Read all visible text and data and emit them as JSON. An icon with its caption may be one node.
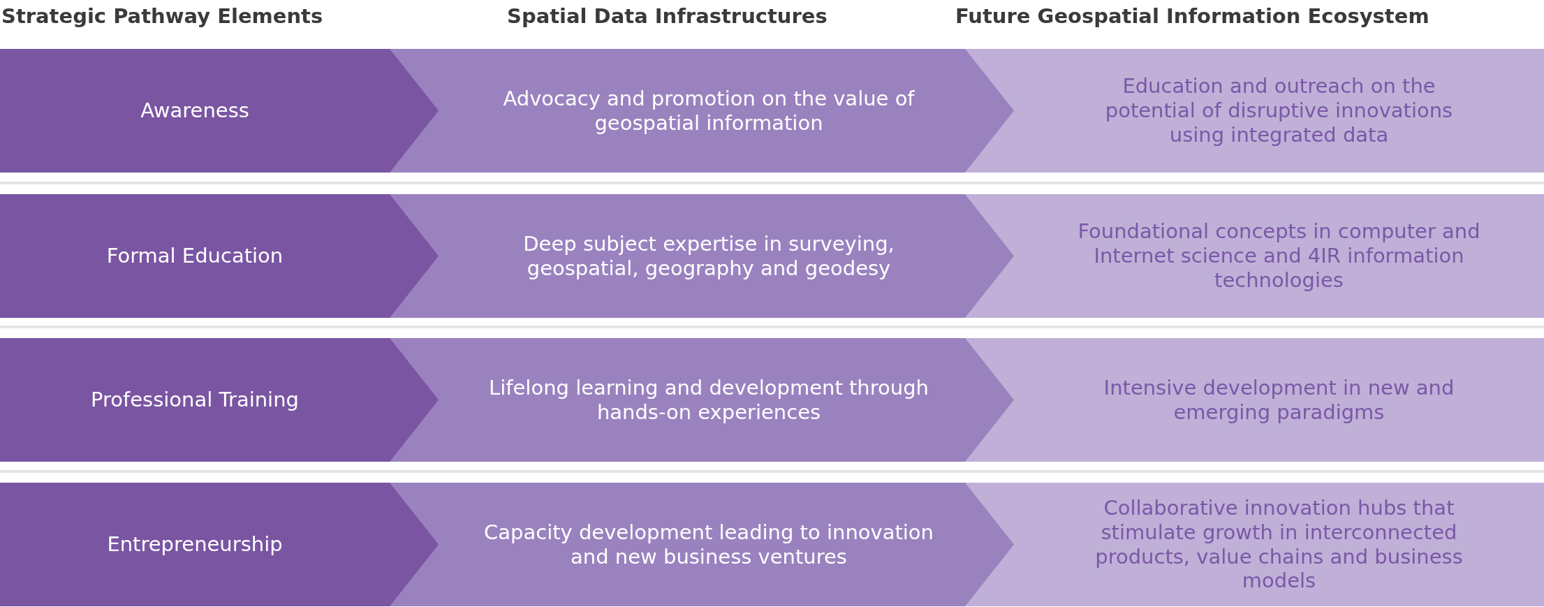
{
  "diagram": {
    "nodes": [
      {
        "text": [
          "Awareness"
        ]
      },
      {
        "text": [
          "Advocacy and promotion on the value of geospatial information"
        ]
      },
      {
        "text": [
          "Education and outreach on the potential of disruptive innovations using integrated data"
        ]
      },
      {
        "text": [
          "Formal Education"
        ]
      },
      {
        "text": [
          "Deep subject expertise in surveying, geospatial, geography and geodesy"
        ]
      },
      {
        "text": [
          "Foundational concepts in computer and Internet science and 4IR information technologies"
        ]
      },
      {
        "text": [
          "Professional Training"
        ]
      },
      {
        "text": [
          "Lifelong learning and development through hands-on experiences"
        ]
      },
      {
        "text": [
          "Intensive development in new and emerging paradigms"
        ]
      },
      {
        "text": [
          "Entrepreneurship"
        ]
      },
      {
        "text": [
          "Capacity development leading to innovation and new business ventures"
        ]
      },
      {
        "text": [
          "Collaborative innovation hubs that stimulate growth in interconnected products, value chains and business models"
        ]
      }
    ],
    "labels": [
      "Strategic Pathway Elements",
      "Spatial Data Infrastructures",
      "Future Geospatial Information Ecosystem"
    ]
  }
}
